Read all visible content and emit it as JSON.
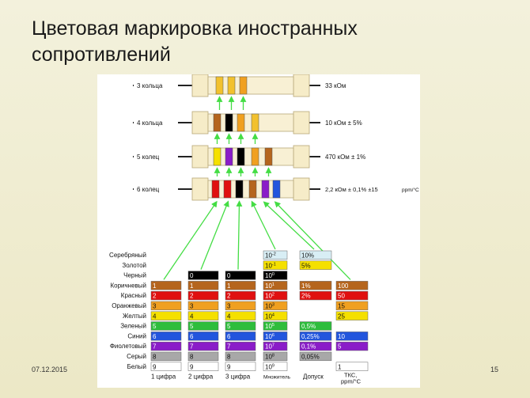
{
  "title_line1": "Цветовая маркировка иностранных",
  "title_line2": "сопротивлений",
  "footer": {
    "date": "07.12.2015",
    "page": "15"
  },
  "resistors": [
    {
      "label": "3 кольца",
      "value": "33 кОм",
      "bands": [
        "#f2c12e",
        "#f2c12e",
        "#f0a020"
      ]
    },
    {
      "label": "4 кольца",
      "value": "10 кОм ± 5%",
      "bands": [
        "#b5651d",
        "#000000",
        "#f0a020",
        "#f2c12e"
      ]
    },
    {
      "label": "5 колец",
      "value": "470 кОм ± 1%",
      "bands": [
        "#f5e000",
        "#8a1cc8",
        "#000000",
        "#f0a020",
        "#b5651d"
      ]
    },
    {
      "label": "6 колец",
      "value": "2,2 кОм ± 0,1% ±15",
      "unit": "ppm/°C",
      "bands": [
        "#e01010",
        "#e01010",
        "#000000",
        "#b5651d",
        "#8a1cc8",
        "#2255dd"
      ]
    }
  ],
  "color_names": [
    "Серебряный",
    "Золотой",
    "Черный",
    "Коричневый",
    "Красный",
    "Оранжевый",
    "Желтый",
    "Зеленый",
    "Синий",
    "Фиолетовый",
    "Серый",
    "Белый"
  ],
  "digit_cells": [
    {
      "text": "1",
      "color": "#b5651d"
    },
    {
      "text": "2",
      "color": "#e01010"
    },
    {
      "text": "3",
      "color": "#f0a020"
    },
    {
      "text": "4",
      "color": "#f5e000"
    },
    {
      "text": "5",
      "color": "#2ebd3c"
    },
    {
      "text": "6",
      "color": "#2255dd"
    },
    {
      "text": "7",
      "color": "#8a1cc8"
    },
    {
      "text": "8",
      "color": "#a8a8a8"
    },
    {
      "text": "9",
      "color": "#ffffff"
    }
  ],
  "zero_cell": {
    "text": "0",
    "color": "#000000"
  },
  "multiplier": [
    {
      "base": "10",
      "exp": "-2",
      "color": "#d8eef5"
    },
    {
      "base": "10",
      "exp": "-1",
      "color": "#f5e000"
    },
    {
      "base": "10",
      "exp": "0",
      "color": "#000000"
    },
    {
      "base": "10",
      "exp": "1",
      "color": "#b5651d"
    },
    {
      "base": "10",
      "exp": "2",
      "color": "#e01010"
    },
    {
      "base": "10",
      "exp": "3",
      "color": "#f0a020"
    },
    {
      "base": "10",
      "exp": "4",
      "color": "#f5e000"
    },
    {
      "base": "10",
      "exp": "5",
      "color": "#2ebd3c"
    },
    {
      "base": "10",
      "exp": "6",
      "color": "#2255dd"
    },
    {
      "base": "10",
      "exp": "7",
      "color": "#8a1cc8"
    },
    {
      "base": "10",
      "exp": "8",
      "color": "#a8a8a8"
    },
    {
      "base": "10",
      "exp": "9",
      "color": "#ffffff"
    }
  ],
  "tolerance": [
    {
      "text": "10%",
      "color": "#d8eef5"
    },
    {
      "text": "5%",
      "color": "#f5e000"
    },
    null,
    {
      "text": "1%",
      "color": "#b5651d"
    },
    {
      "text": "2%",
      "color": "#e01010"
    },
    null,
    null,
    {
      "text": "0,5%",
      "color": "#2ebd3c"
    },
    {
      "text": "0,25%",
      "color": "#2255dd"
    },
    {
      "text": "0,1%",
      "color": "#8a1cc8"
    },
    {
      "text": "0,05%",
      "color": "#a8a8a8"
    },
    null
  ],
  "tks": [
    null,
    null,
    null,
    {
      "text": "100",
      "color": "#b5651d"
    },
    {
      "text": "50",
      "color": "#e01010"
    },
    {
      "text": "15",
      "color": "#f0a020"
    },
    {
      "text": "25",
      "color": "#f5e000"
    },
    null,
    {
      "text": "10",
      "color": "#2255dd"
    },
    {
      "text": "5",
      "color": "#8a1cc8"
    },
    null,
    {
      "text": "1",
      "color": "#ffffff"
    }
  ],
  "column_labels": {
    "digit1": "1 цифра",
    "digit2": "2 цифра",
    "digit3": "3 цифра",
    "multiplier": "Множитель",
    "tolerance": "Допуск",
    "tks_line1": "ТКС,",
    "tks_line2": "ppm/°C"
  }
}
